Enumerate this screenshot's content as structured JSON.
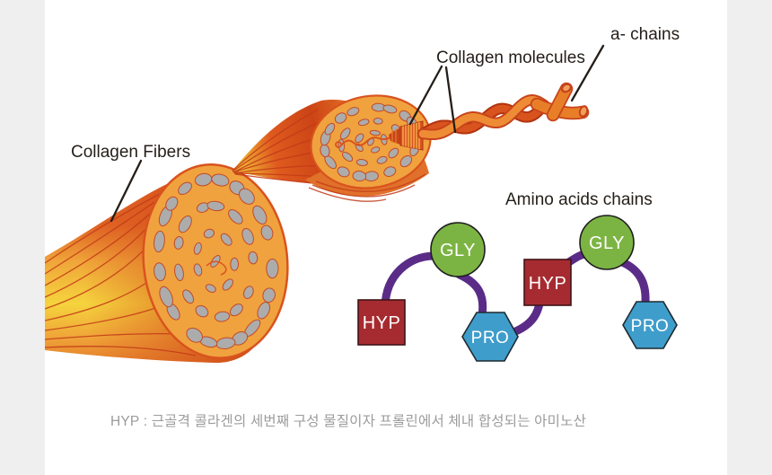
{
  "background": {
    "frame_color": "#EFEFEF",
    "canvas_color": "#FFFFFF"
  },
  "labels": {
    "collagen_fibers": "Collagen Fibers",
    "collagen_molecules": "Collagen molecules",
    "a_chains": "a- chains",
    "amino_acids_chains": "Amino acids chains"
  },
  "amino_acid_chain": {
    "connector_color": "#5B2C87",
    "nodes": [
      {
        "label": "HYP",
        "shape": "square",
        "color": "#A62B30"
      },
      {
        "label": "GLY",
        "shape": "circle",
        "color": "#7CB443"
      },
      {
        "label": "PRO",
        "shape": "hexagon",
        "color": "#3F9DCB"
      },
      {
        "label": "HYP",
        "shape": "square",
        "color": "#A62B30"
      },
      {
        "label": "GLY",
        "shape": "circle",
        "color": "#7CB443"
      },
      {
        "label": "PRO",
        "shape": "hexagon",
        "color": "#3F9DCB"
      }
    ]
  },
  "caption": "HYP : 근골격 콜라겐의 세번째 구성 물질이자 프롤린에서 체내 합성되는 아미노산",
  "palette": {
    "fiber_orange": "#F0A23F",
    "fiber_outline": "#D9531E",
    "fibril_gray": "#ACACAC",
    "helix_orange": "#EE8C35",
    "helix_red": "#D9531E",
    "label_text": "#241E18",
    "caption_text": "#9B9B9B"
  }
}
